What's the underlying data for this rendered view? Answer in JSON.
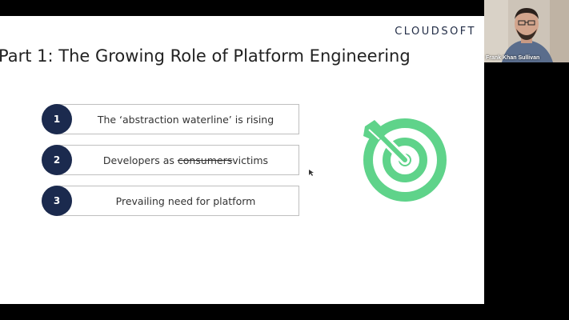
{
  "slide": {
    "logo": "CLOUDSOFT",
    "title": "Part 1: The Growing Role of Platform Engineering",
    "items": [
      {
        "number": "1",
        "text": "The ‘abstraction waterline’ is rising"
      },
      {
        "number": "2",
        "text_before": "Developers as ",
        "struck_text": "consumers",
        "text_after": "victims"
      },
      {
        "number": "3",
        "text": "Prevailing need for platform"
      }
    ],
    "target_icon": "target-with-arrow-icon",
    "accent_color": "#5fd38a",
    "badge_color": "#1b2a4e"
  },
  "video_call": {
    "participant_name": "Frank Khan Sullivan"
  }
}
